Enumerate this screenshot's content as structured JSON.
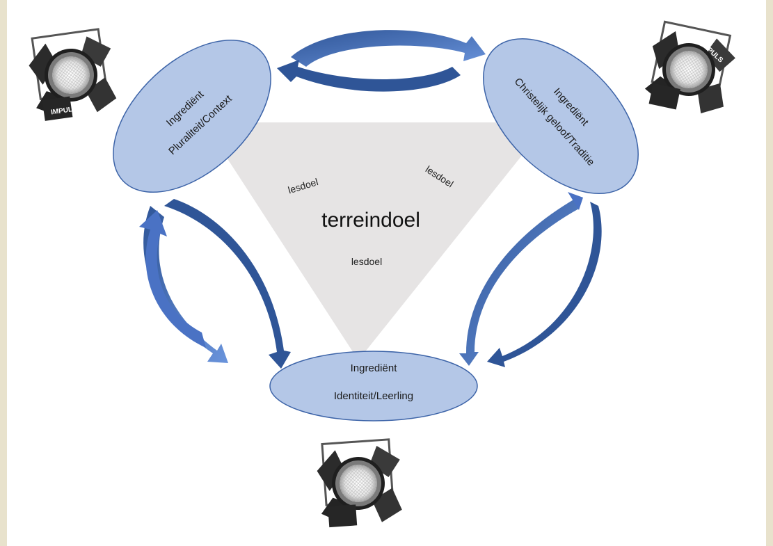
{
  "colors": {
    "ellipse_fill": "#b4c7e7",
    "ellipse_stroke": "#3d64a8",
    "triangle_fill": "#e6e4e4",
    "arrow": "#4a72c4",
    "arrow_dark": "#2f5597",
    "frame": "#e8e2cc"
  },
  "nodes": {
    "context": {
      "line1": "Ingrediënt",
      "line2": "Pluraliteit/Context"
    },
    "traditie": {
      "line1": "Ingrediënt",
      "line2": "Christelijk geloof/Traditie"
    },
    "leerling": {
      "line1": "Ingrediënt",
      "line2": "Identiteit/Leerling"
    }
  },
  "center": {
    "title": "terreindoel",
    "goal_left": "lesdoel",
    "goal_right": "lesdoel",
    "goal_bottom": "lesdoel"
  },
  "spotlights": {
    "label": "IMPULS",
    "icon": "spotlight-icon"
  }
}
